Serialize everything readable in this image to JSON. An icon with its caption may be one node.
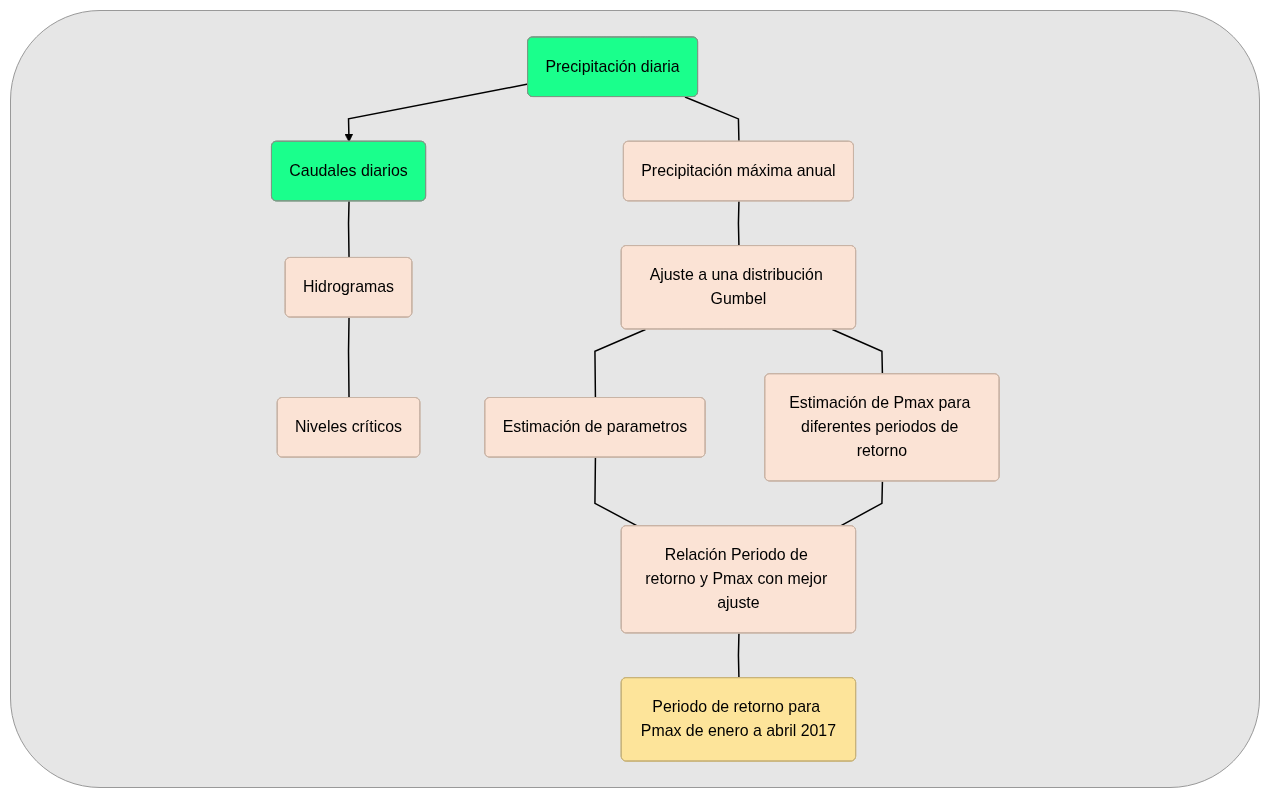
{
  "diagram": {
    "nodes": [
      {
        "text": [
          "Precipitación diaria"
        ]
      },
      {
        "text": [
          "Caudales diarios"
        ]
      },
      {
        "text": [
          "Precipitación máxima anual"
        ]
      },
      {
        "text": [
          "Hidrogramas"
        ]
      },
      {
        "text": [
          "Niveles críticos"
        ]
      },
      {
        "text": [
          "Ajuste a una distribución Gumbel"
        ]
      },
      {
        "text": [
          "Estimación de parametros"
        ]
      },
      {
        "text": [
          "Estimación de Pmax para diferentes periodos de retorno"
        ]
      },
      {
        "text": [
          "Relación Periodo de retorno y Pmax con mejor ajuste"
        ]
      },
      {
        "text": [
          "Periodo de retorno para Pmax de enero a abril 2017"
        ]
      }
    ],
    "edges": [
      {
        "from": 0,
        "to": 1,
        "arrow": "to"
      },
      {
        "from": 0,
        "to": 2,
        "arrow": "none"
      },
      {
        "from": 1,
        "to": 3,
        "arrow": "none"
      },
      {
        "from": 3,
        "to": 4,
        "arrow": "none"
      },
      {
        "from": 2,
        "to": 5,
        "arrow": "none"
      },
      {
        "from": 5,
        "to": 6,
        "arrow": "none"
      },
      {
        "from": 5,
        "to": 7,
        "arrow": "none"
      },
      {
        "from": 6,
        "to": 8,
        "arrow": "none"
      },
      {
        "from": 7,
        "to": 8,
        "arrow": "none"
      },
      {
        "from": 8,
        "to": 9,
        "arrow": "none"
      }
    ]
  }
}
